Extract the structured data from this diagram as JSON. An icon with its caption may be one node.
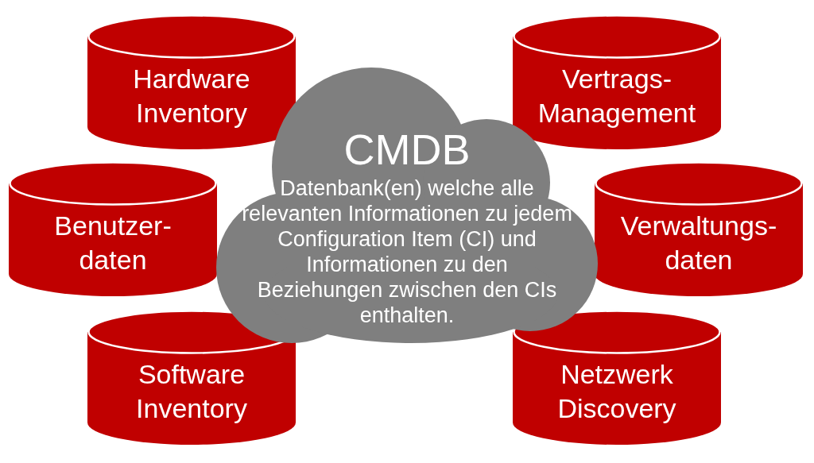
{
  "diagram": {
    "nodes": [
      {
        "text": [
          "Hardware Inventory"
        ]
      },
      {
        "text": [
          "Vertrags- Management"
        ]
      },
      {
        "text": [
          "CMDB",
          "Datenbank(en) welche alle relevanten Informationen zu jedem Configuration Item (CI) und Informationen zu den Beziehungen zwischen den CIs enthalten."
        ]
      },
      {
        "text": [
          "Benutzer- daten"
        ]
      },
      {
        "text": [
          "Verwaltungs- daten"
        ]
      },
      {
        "text": [
          "Software Inventory"
        ]
      },
      {
        "text": [
          "Netzwerk Discovery"
        ]
      }
    ]
  }
}
